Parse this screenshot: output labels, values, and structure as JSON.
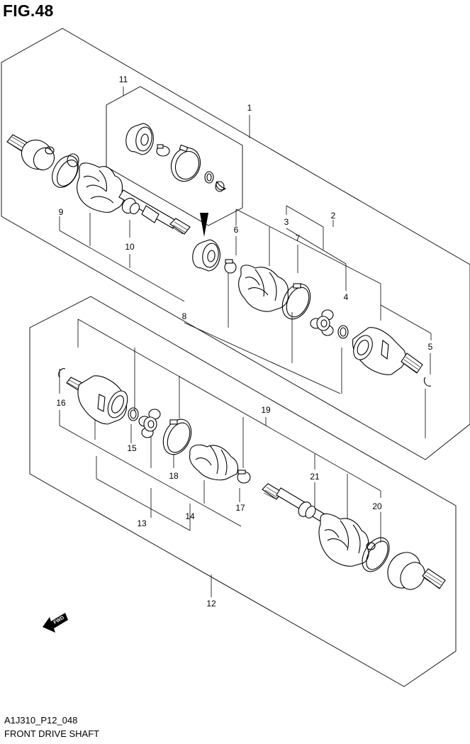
{
  "figure": {
    "title": "FIG.48",
    "code": "A1J310_P12_048",
    "caption": "FRONT DRIVE SHAFT"
  },
  "callouts": {
    "c1": "1",
    "c2": "2",
    "c3": "3",
    "c4": "4",
    "c5": "5",
    "c6": "6",
    "c7": "7",
    "c8": "8",
    "c9": "9",
    "c10": "10",
    "c11": "11",
    "c12": "12",
    "c13": "13",
    "c14": "14",
    "c15": "15",
    "c16": "16",
    "c17": "17",
    "c18": "18",
    "c19": "19",
    "c20": "20",
    "c21": "21"
  },
  "direction_marker": {
    "label": "FWD",
    "icon": "fwd-arrow-icon"
  }
}
